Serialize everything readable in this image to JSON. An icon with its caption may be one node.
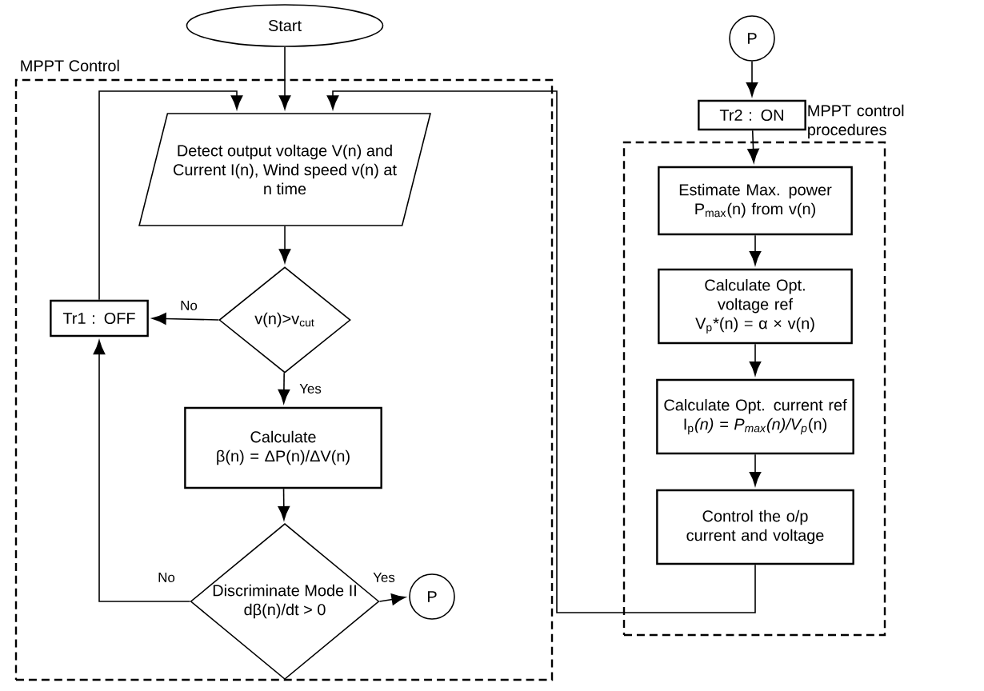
{
  "diagram": {
    "nodes": [
      {
        "text": [
          "Start"
        ]
      },
      {
        "text": [
          "MPPT Control"
        ]
      },
      {
        "text": [
          "Detect output voltage V(n) and Current I(n), Wind speed v(n) at n time"
        ],
        "in": 1
      },
      {
        "text": [
          "v(n)>v$_{cut}$"
        ],
        "in": 1
      },
      {
        "text": [
          "Tr1 : OFF"
        ],
        "in": 1
      },
      {
        "text": [
          "Calculate",
          "β(n) = ΔP(n)/ΔV(n)"
        ],
        "in": 1
      },
      {
        "text": [
          "Discriminate Mode II",
          "dβ(n)/dt > 0"
        ],
        "in": 1
      },
      {
        "text": [
          "P"
        ],
        "in": 1
      },
      {
        "text": [
          "P"
        ]
      },
      {
        "text": [
          "Tr2 : ON"
        ]
      },
      {
        "text": [
          "MPPT control procedures"
        ]
      },
      {
        "text": [
          "Estimate Max. power P$_{max}$(n) from v(n)"
        ],
        "in": 10
      },
      {
        "text": [
          "Calculate Opt. voltage ref",
          "V$_{p}$*(n) = α × v(n)"
        ],
        "in": 10
      },
      {
        "text": [
          "Calculate Opt. current ref",
          "I$_{p}$*(n) = P$_{max}$(n)/V$_{p}$*(n)"
        ],
        "in": 10
      },
      {
        "text": [
          "Control the o/p current and voltage"
        ],
        "in": 10
      }
    ],
    "edges": [
      {
        "from": 0,
        "to": 2,
        "arrow": "to"
      },
      {
        "from": 4,
        "to": 2,
        "arrow": "to"
      },
      {
        "from": 14,
        "to": 2,
        "arrow": "to"
      },
      {
        "from": 2,
        "to": 3,
        "arrow": "to"
      },
      {
        "from": 3,
        "to": 4,
        "arrow": "to",
        "label": "No"
      },
      {
        "from": 3,
        "to": 5,
        "arrow": "to",
        "label": "Yes"
      },
      {
        "from": 5,
        "to": 6,
        "arrow": "to"
      },
      {
        "from": 6,
        "to": 4,
        "arrow": "to",
        "label": "No"
      },
      {
        "from": 6,
        "to": 7,
        "arrow": "to",
        "label": "Yes"
      },
      {
        "from": 8,
        "to": 9,
        "arrow": "to"
      },
      {
        "from": 9,
        "to": 11,
        "arrow": "to"
      },
      {
        "from": 11,
        "to": 12,
        "arrow": "to"
      },
      {
        "from": 12,
        "to": 13,
        "arrow": "to"
      },
      {
        "from": 13,
        "to": 14,
        "arrow": "to"
      }
    ]
  }
}
